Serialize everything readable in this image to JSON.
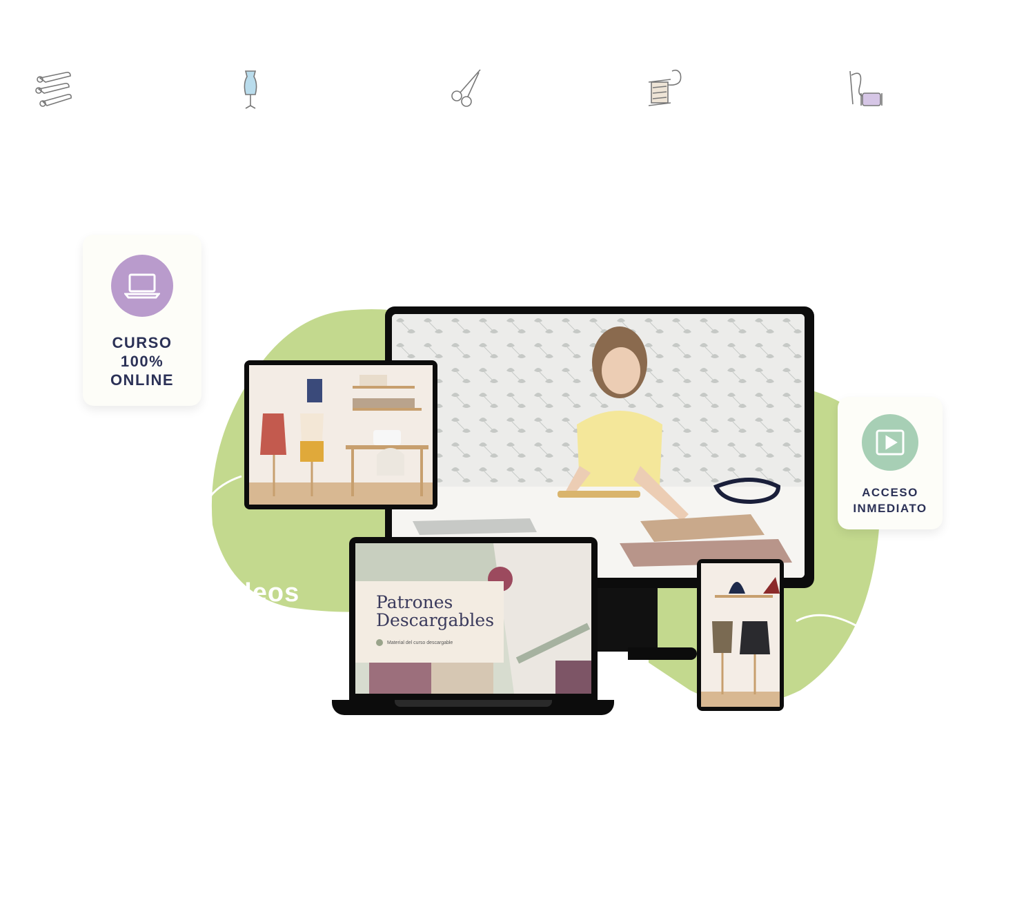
{
  "decorative_icons": [
    {
      "name": "safety-pins-icon"
    },
    {
      "name": "dress-form-icon"
    },
    {
      "name": "scissors-icon"
    },
    {
      "name": "thread-spool-icon"
    },
    {
      "name": "needle-thread-icon"
    }
  ],
  "badges": {
    "online": {
      "icon": "laptop-icon",
      "label": "CURSO\n100%\nONLINE",
      "color": "#b99bcc"
    },
    "access": {
      "icon": "play-icon",
      "label": "ACCESO\nINMEDIATO",
      "color": "#a7cfb5"
    }
  },
  "background": {
    "blob_color": "#c3d98e",
    "partial_label": "ideos"
  },
  "laptop_screen": {
    "title": "Patrones\nDescargables",
    "subtitle": "Material del curso descargable"
  },
  "colors": {
    "text_dark": "#2b3156",
    "device_frame": "#0c0c0c"
  }
}
